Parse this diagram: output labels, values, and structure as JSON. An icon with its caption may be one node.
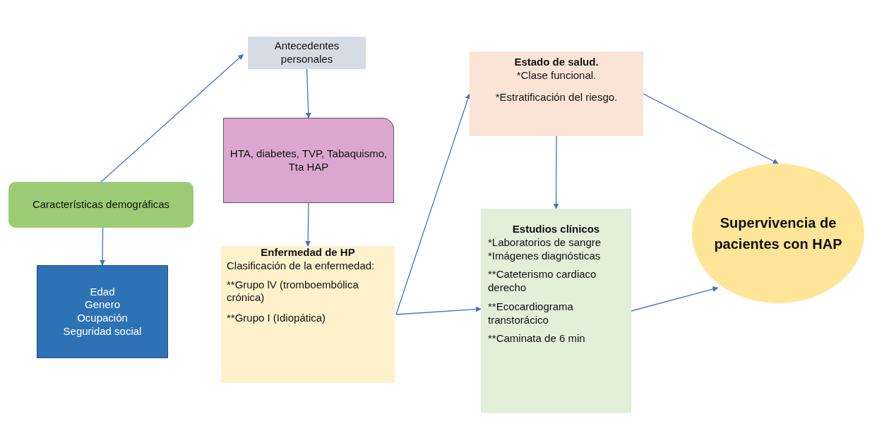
{
  "diagram": {
    "nodes": [
      {
        "text": [
          "Características demográficas"
        ]
      },
      {
        "text": [
          "Edad",
          "Genero",
          "Ocupación",
          "Seguridad social"
        ]
      },
      {
        "text": [
          "Antecedentes personales"
        ]
      },
      {
        "text": [
          "HTA, diabetes, TVP, Tabaquismo, Tta HAP"
        ]
      },
      {
        "text": [
          "Enfermedad de HP",
          "Clasificación de la enfermedad:",
          "**Grupo lV (tromboembólica crónica)",
          "**Grupo I (Idiopática)"
        ]
      },
      {
        "text": [
          "Estado de salud.",
          "*Clase funcional.",
          "*Estratificación del riesgo."
        ]
      },
      {
        "text": [
          "Estudios clínicos",
          "*Laboratorios de sangre",
          "*Imágenes diagnósticas",
          "**Cateterismo cardiaco derecho",
          "**Ecocardiograma transtorácico",
          "**Caminata de 6 min"
        ]
      },
      {
        "text": [
          "Supervivencia de pacientes con HAP"
        ]
      }
    ],
    "edges": [
      {
        "from": 0,
        "to": 2,
        "arrow": "to"
      },
      {
        "from": 0,
        "to": 1,
        "arrow": "to"
      },
      {
        "from": 2,
        "to": 3,
        "arrow": "to"
      },
      {
        "from": 3,
        "to": 4,
        "arrow": "to"
      },
      {
        "from": 4,
        "to": 5,
        "arrow": "to"
      },
      {
        "from": 4,
        "to": 6,
        "arrow": "to"
      },
      {
        "from": 5,
        "to": 6,
        "arrow": "to"
      },
      {
        "from": 5,
        "to": 7,
        "arrow": "to"
      },
      {
        "from": 6,
        "to": 7,
        "arrow": "to"
      }
    ]
  }
}
